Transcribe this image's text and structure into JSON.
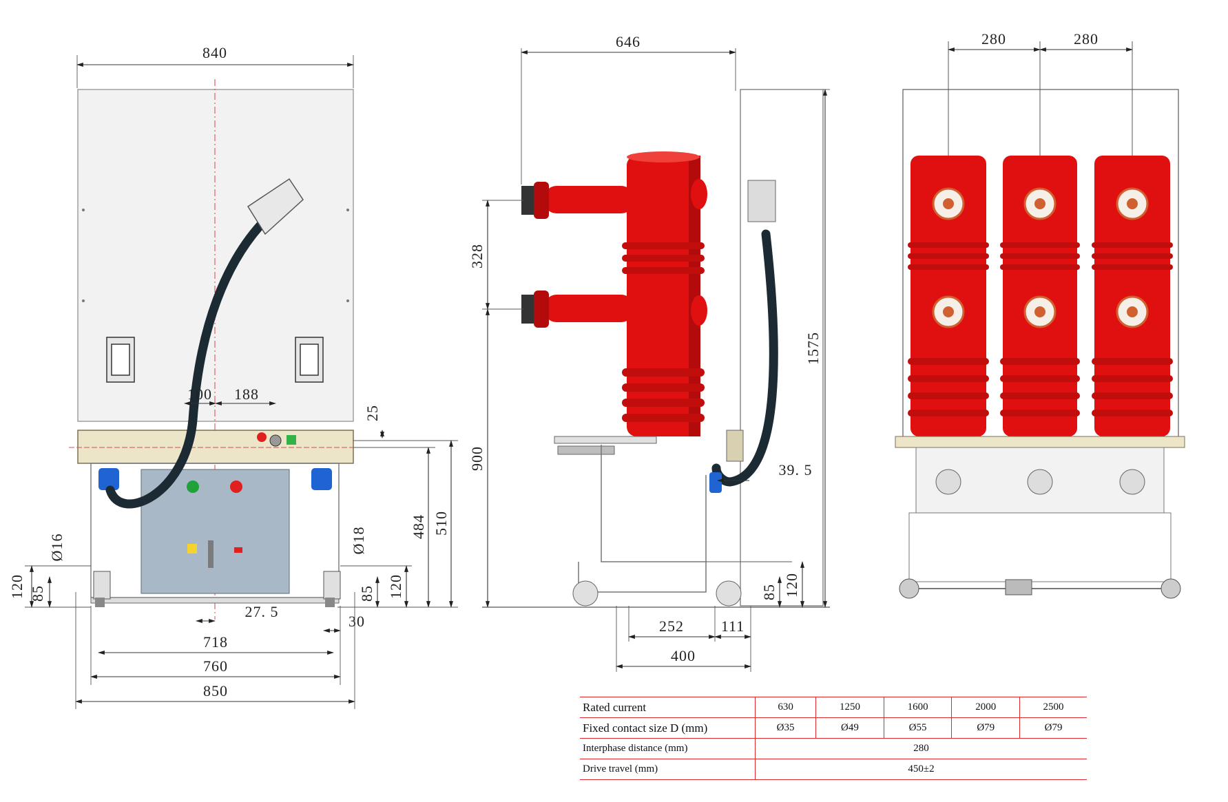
{
  "front_view": {
    "dims": {
      "overall_width": "840",
      "d100": "100",
      "d188": "188",
      "d25": "25",
      "d510": "510",
      "d484": "484",
      "phi18": "Ø18",
      "phi16": "Ø16",
      "d120_left": "120",
      "d85_left": "85",
      "d85_right": "85",
      "d120_right": "120",
      "d27_5": "27. 5",
      "d30": "30",
      "d718": "718",
      "d760": "760",
      "d850": "850"
    }
  },
  "side_view": {
    "dims": {
      "depth": "646",
      "d328": "328",
      "d1575": "1575",
      "d900": "900",
      "d39_5": "39. 5",
      "d85": "85",
      "d120": "120",
      "d252": "252",
      "d111": "111",
      "d400": "400"
    }
  },
  "rear_view": {
    "dims": {
      "pitch_left": "280",
      "pitch_right": "280"
    }
  },
  "spec_table": {
    "rows": [
      {
        "label": "Rated current",
        "cells": [
          "630",
          "1250",
          "1600",
          "2000",
          "2500"
        ]
      },
      {
        "label": "Fixed contact size D (mm)",
        "cells": [
          "Ø35",
          "Ø49",
          "Ø55",
          "Ø79",
          "Ø79"
        ]
      },
      {
        "label": "Interphase distance (mm)",
        "span_value": "280"
      },
      {
        "label": "Drive travel (mm)",
        "span_value": "450±2"
      }
    ]
  },
  "colors": {
    "insulator_red": "#e01010",
    "cable": "#1c2a33",
    "table_rule": "#e0282b",
    "mechanism_panel": "#a9b8c6"
  }
}
